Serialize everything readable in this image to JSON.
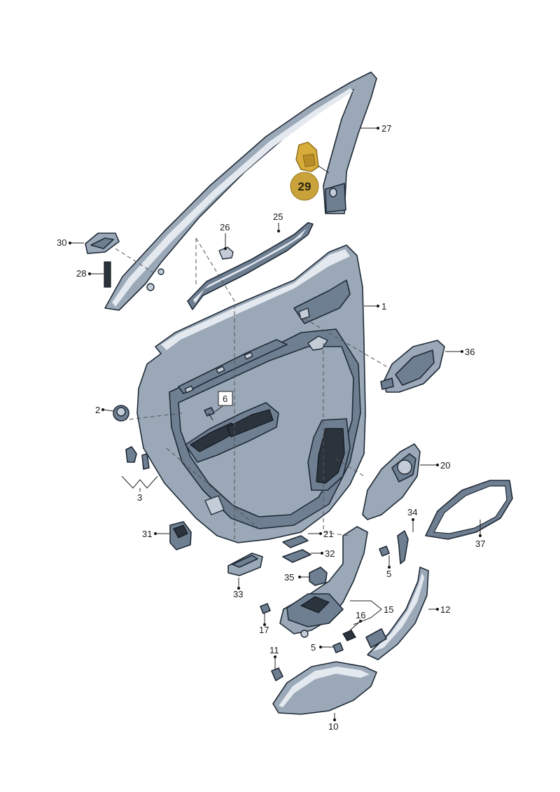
{
  "highlight": {
    "label": "29",
    "badge_color": "#c9a23a",
    "part_color": "#d7ac3b"
  },
  "callouts": {
    "c1": "1",
    "c2": "2",
    "c3": "3",
    "c5a": "5",
    "c5b": "5",
    "c6": "6",
    "c10": "10",
    "c11": "11",
    "c12": "12",
    "c15": "15",
    "c16": "16",
    "c17": "17",
    "c20": "20",
    "c21": "21",
    "c25": "25",
    "c26": "26",
    "c27": "27",
    "c28": "28",
    "c30": "30",
    "c31": "31",
    "c32": "32",
    "c33": "33",
    "c34": "34",
    "c35": "35",
    "c36": "36",
    "c37": "37"
  },
  "colors": {
    "part_fill": "#9aa8b8",
    "outline": "#1f2a36",
    "background": "#ffffff"
  }
}
